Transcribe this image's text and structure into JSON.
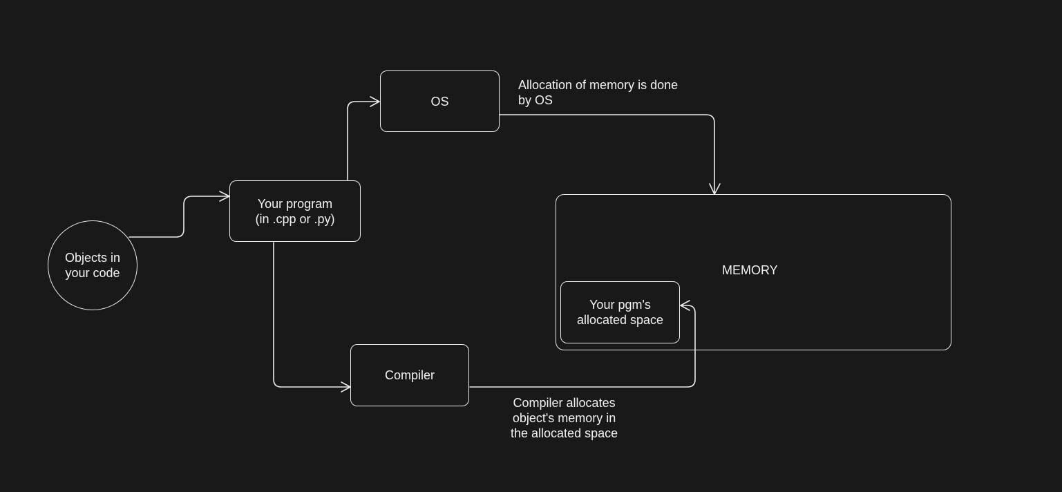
{
  "colors": {
    "background": "#191919",
    "stroke": "#ececec",
    "text": "#f2f2f2"
  },
  "nodes": {
    "objects": "Objects in\nyour code",
    "program": "Your program\n(in .cpp or .py)",
    "os": "OS",
    "compiler": "Compiler",
    "memory": "MEMORY",
    "allocated": "Your pgm's\nallocated space"
  },
  "notes": {
    "os_note": "Allocation of memory is done\nby OS",
    "compiler_note": "Compiler allocates\nobject's memory in\nthe allocated space"
  }
}
